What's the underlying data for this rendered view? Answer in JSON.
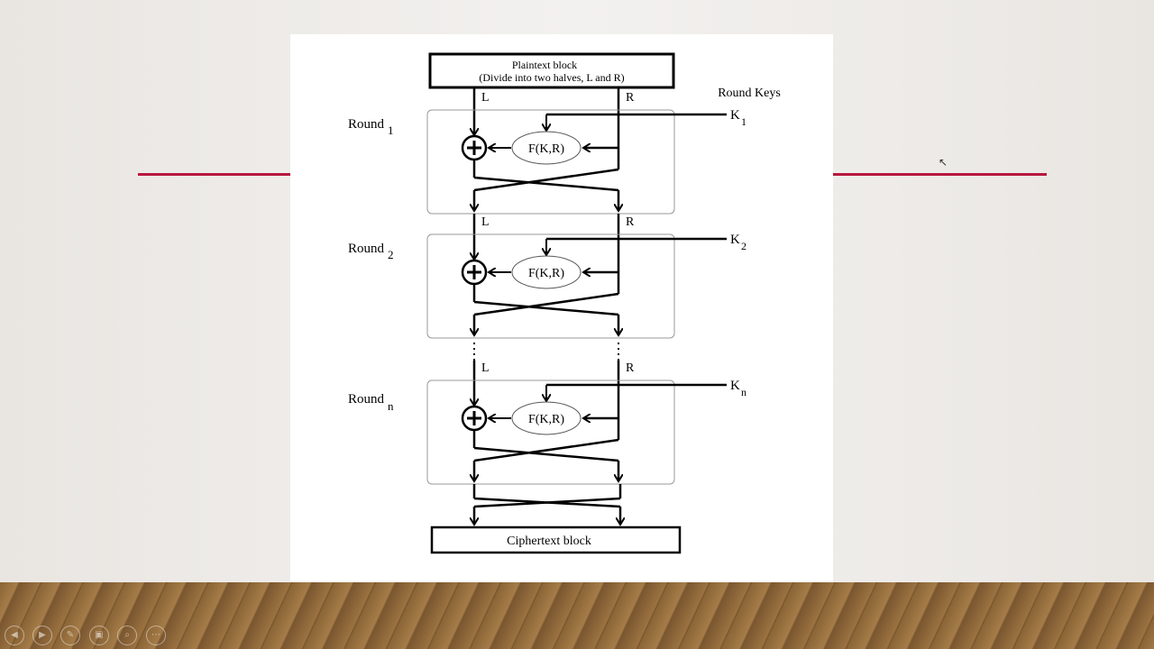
{
  "diagram": {
    "plaintext_line1": "Plaintext block",
    "plaintext_line2": "(Divide into two halves, L and R)",
    "ciphertext": "Ciphertext block",
    "round_keys_label": "Round Keys",
    "left_label": "L",
    "right_label": "R",
    "function_label": "F(K,R)",
    "rounds": [
      {
        "label": "Round",
        "sub": "1",
        "key": "K",
        "key_sub": "1"
      },
      {
        "label": "Round",
        "sub": "2",
        "key": "K",
        "key_sub": "2"
      },
      {
        "label": "Round",
        "sub": "n",
        "key": "K",
        "key_sub": "n"
      }
    ]
  },
  "colors": {
    "accent_line": "#b8173f"
  },
  "slideshow_controls": [
    "previous-icon",
    "next-icon",
    "pen-icon",
    "slides-icon",
    "zoom-icon",
    "more-icon"
  ]
}
